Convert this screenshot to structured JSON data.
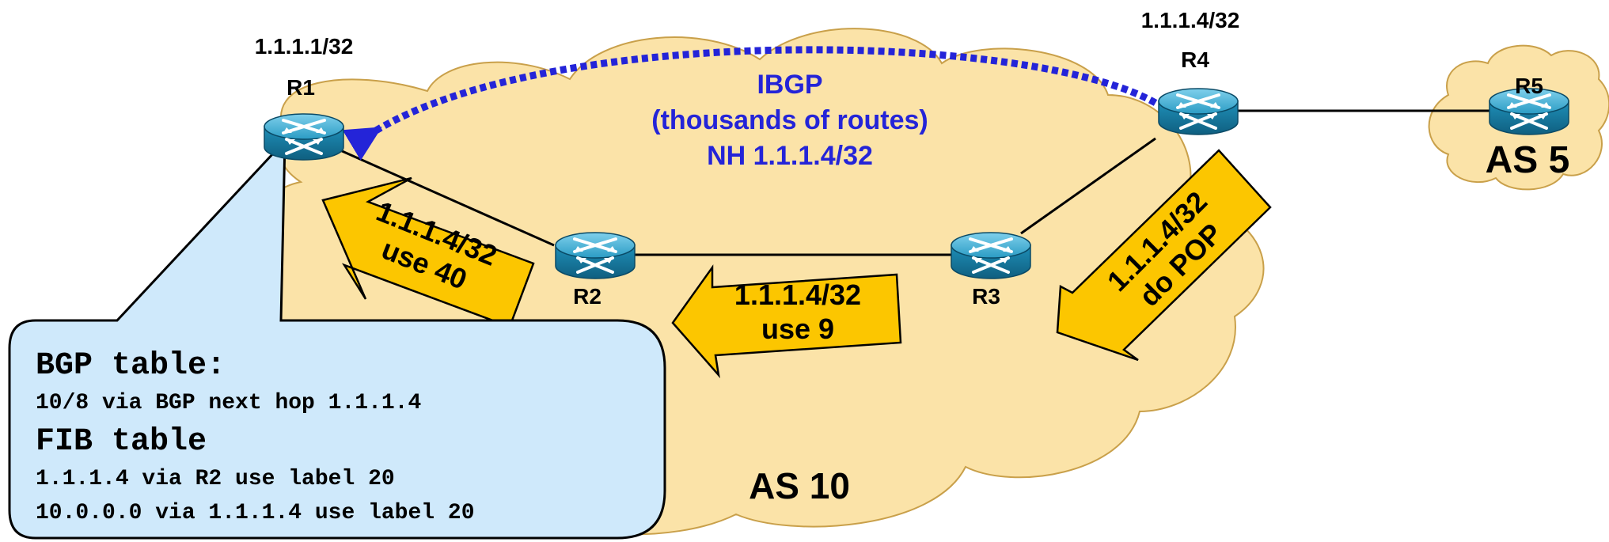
{
  "routers": {
    "r1": {
      "name": "R1",
      "address": "1.1.1.1/32"
    },
    "r2": {
      "name": "R2"
    },
    "r3": {
      "name": "R3"
    },
    "r4": {
      "name": "R4",
      "address": "1.1.1.4/32"
    },
    "r5": {
      "name": "R5",
      "as": "AS 5"
    }
  },
  "ibgp": {
    "line1": "IBGP",
    "line2": "(thousands of routes)",
    "line3": "NH 1.1.1.4/32"
  },
  "as10_label": "AS 10",
  "labels": {
    "r2_to_r1": {
      "line1": "1.1.1.4/32",
      "line2": "use 40"
    },
    "r3_to_r2": {
      "line1": "1.1.1.4/32",
      "line2": "use 9"
    },
    "r4_to_r3": {
      "line1": "1.1.1.4/32",
      "line2": "do POP"
    }
  },
  "callout": {
    "bgp_heading": "BGP table:",
    "bgp_entry": "10/8 via BGP next hop 1.1.1.4",
    "fib_heading": "FIB table",
    "fib_entry_1": "1.1.1.4 via R2 use label 20",
    "fib_entry_2": "10.0.0.0 via 1.1.1.4 use label 20"
  },
  "colors": {
    "cloud_fill": "#fbe3a8",
    "arrow_fill": "#fcc600",
    "callout_fill": "#cfe9fb",
    "router_body": "#1a86ad",
    "ibgp_blue": "#2424d8"
  },
  "icons": {
    "router": "router-icon"
  }
}
